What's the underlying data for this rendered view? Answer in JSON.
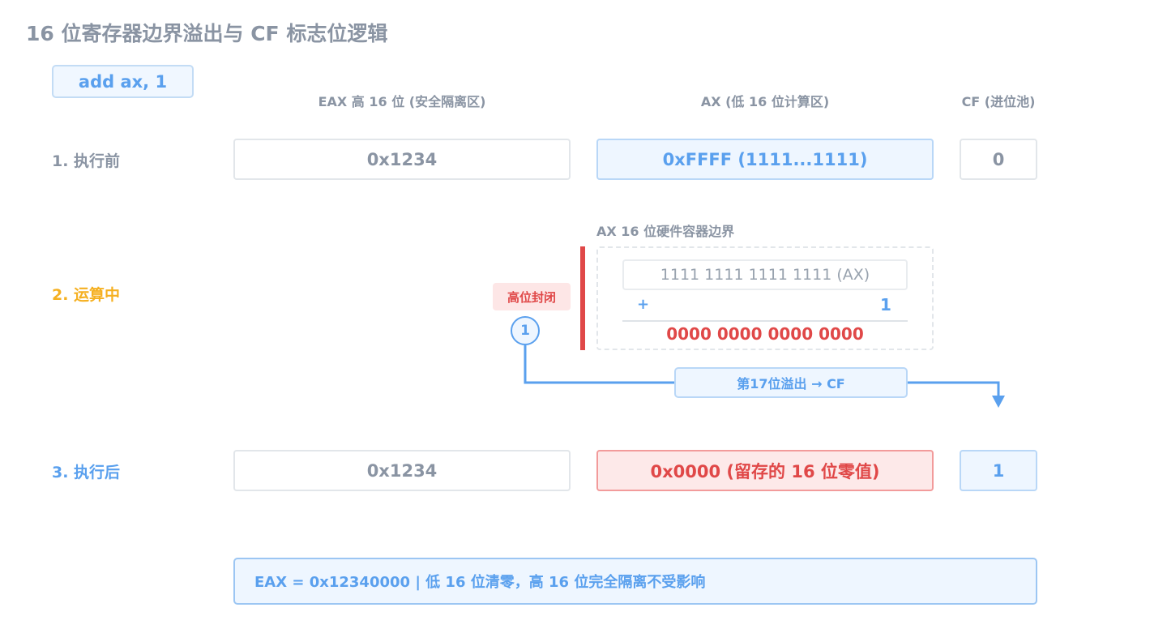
{
  "title": "16 位寄存器边界溢出与 CF 标志位逻辑",
  "instruction": "add ax, 1",
  "columns": {
    "eax_high": "EAX 高 16 位 (安全隔离区)",
    "ax": "AX (低 16 位计算区)",
    "cf": "CF (进位池)"
  },
  "rows": {
    "before": {
      "label": "1. 执行前",
      "eax_high": "0x1234",
      "ax": "0xFFFF (1111...1111)",
      "cf": "0"
    },
    "during": {
      "label": "2. 运算中",
      "boundary_label": "AX 16 位硬件容器边界",
      "operand": "1111 1111 1111 1111 (AX)",
      "plus": "+",
      "addend": "1",
      "result": "0000 0000 0000 0000",
      "seal_label": "高位封闭",
      "carry_bit": "1",
      "overflow_label": "第17位溢出 → CF"
    },
    "after": {
      "label": "3. 执行后",
      "eax_high": "0x1234",
      "ax": "0x0000 (留存的 16 位零值)",
      "cf": "1"
    }
  },
  "summary": "EAX = 0x12340000 | 低 16 位清零，高 16 位完全隔离不受影响",
  "colors": {
    "accent_blue": "#5aa0ee",
    "alert_red": "#e04848",
    "step2_orange": "#f5b021",
    "muted_gray": "#8a94a3"
  }
}
